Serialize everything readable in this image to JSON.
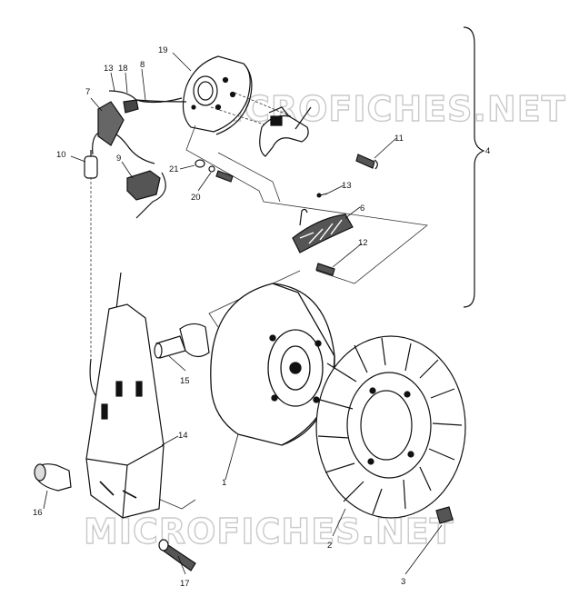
{
  "watermark": "MICROFICHES.NET",
  "callouts": {
    "c1": "1",
    "c2": "2",
    "c3": "3",
    "c4": "4",
    "c6": "6",
    "c7": "7",
    "c8": "8",
    "c9": "9",
    "c10": "10",
    "c11": "11",
    "c12": "12",
    "c13a": "13",
    "c13b": "13",
    "c14": "14",
    "c15": "15",
    "c16": "16",
    "c17": "17",
    "c18": "18",
    "c19": "19",
    "c20": "20",
    "c21": "21"
  }
}
